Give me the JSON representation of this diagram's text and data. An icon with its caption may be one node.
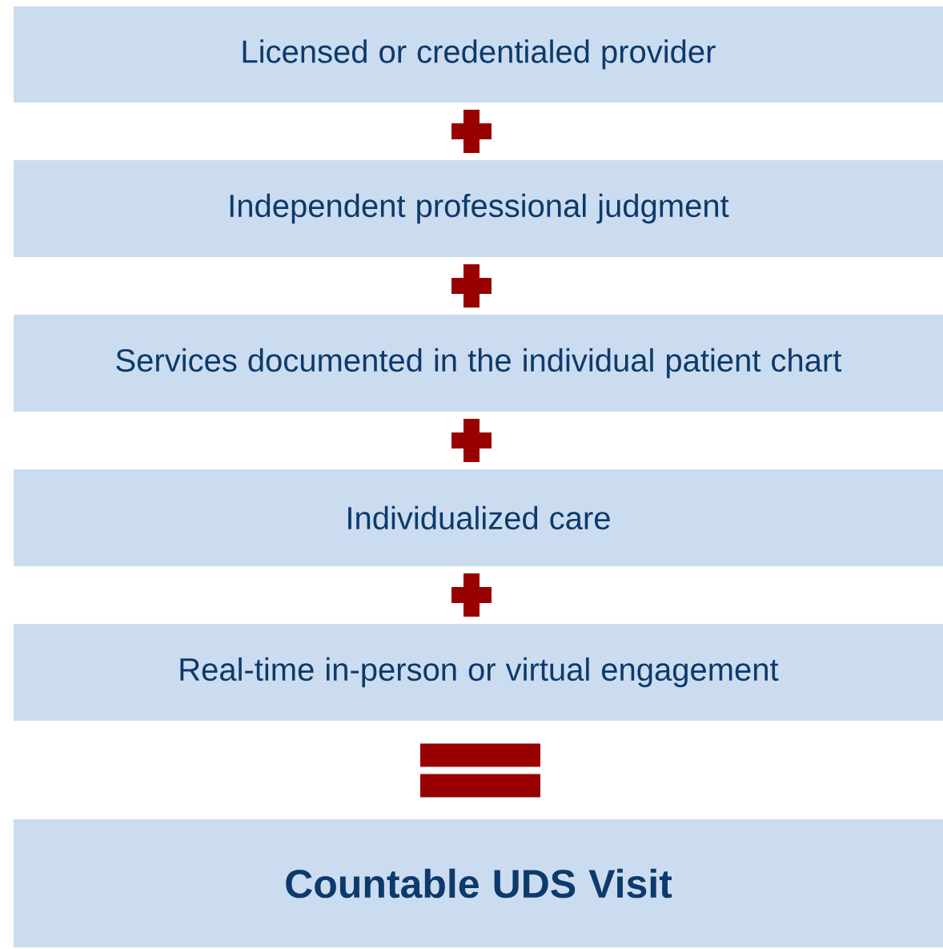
{
  "diagram": {
    "nodes": [
      {
        "text": [
          "Licensed or credentialed provider"
        ]
      },
      {
        "text": [
          "Independent professional judgment"
        ]
      },
      {
        "text": [
          "Services documented in the individual patient chart"
        ]
      },
      {
        "text": [
          "Individualized care"
        ]
      },
      {
        "text": [
          "Real-time in-person or virtual engagement"
        ]
      },
      {
        "text": [
          "Countable UDS Visit"
        ]
      }
    ]
  }
}
